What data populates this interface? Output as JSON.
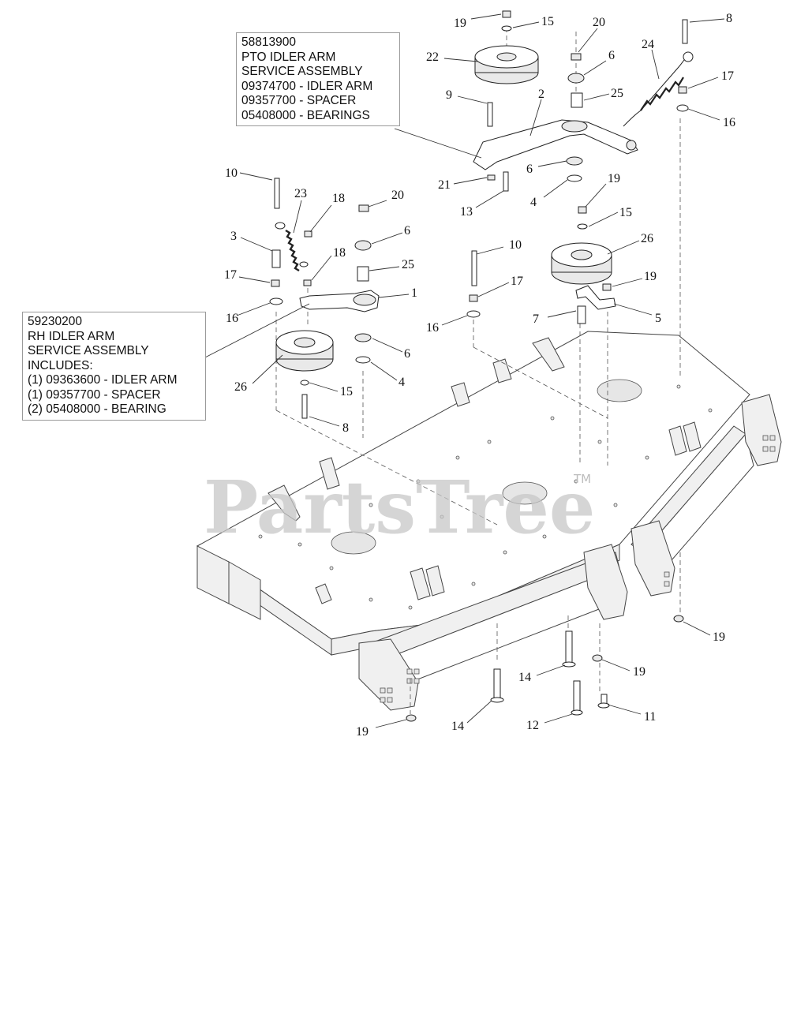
{
  "watermark": {
    "text": "PartsTree",
    "tm": "TM"
  },
  "callouts": {
    "pto": {
      "lines": [
        "58813900",
        "PTO IDLER ARM",
        "SERVICE ASSEMBLY",
        "09374700 - IDLER ARM",
        "09357700 - SPACER",
        "05408000 - BEARINGS"
      ]
    },
    "rh": {
      "lines": [
        "59230200",
        "RH IDLER ARM",
        "SERVICE ASSEMBLY",
        "INCLUDES:",
        "(1) 09363600 - IDLER ARM",
        "(1) 09357700 - SPACER",
        "(2) 05408000 - BEARING"
      ]
    }
  },
  "labels": [
    {
      "id": "19a",
      "text": "19"
    },
    {
      "id": "15a",
      "text": "15"
    },
    {
      "id": "20a",
      "text": "20"
    },
    {
      "id": "8a",
      "text": "8"
    },
    {
      "id": "22",
      "text": "22"
    },
    {
      "id": "6a",
      "text": "6"
    },
    {
      "id": "24",
      "text": "24"
    },
    {
      "id": "17a",
      "text": "17"
    },
    {
      "id": "9",
      "text": "9"
    },
    {
      "id": "2",
      "text": "2"
    },
    {
      "id": "25a",
      "text": "25"
    },
    {
      "id": "16a",
      "text": "16"
    },
    {
      "id": "10a",
      "text": "10"
    },
    {
      "id": "6b",
      "text": "6"
    },
    {
      "id": "21",
      "text": "21"
    },
    {
      "id": "19b",
      "text": "19"
    },
    {
      "id": "13",
      "text": "13"
    },
    {
      "id": "4a",
      "text": "4"
    },
    {
      "id": "23",
      "text": "23"
    },
    {
      "id": "18a",
      "text": "18"
    },
    {
      "id": "20b",
      "text": "20"
    },
    {
      "id": "15b",
      "text": "15"
    },
    {
      "id": "3",
      "text": "3"
    },
    {
      "id": "6c",
      "text": "6"
    },
    {
      "id": "26a",
      "text": "26"
    },
    {
      "id": "10b",
      "text": "10"
    },
    {
      "id": "18b",
      "text": "18"
    },
    {
      "id": "25b",
      "text": "25"
    },
    {
      "id": "17b",
      "text": "17"
    },
    {
      "id": "19c",
      "text": "19"
    },
    {
      "id": "17c",
      "text": "17"
    },
    {
      "id": "1",
      "text": "1"
    },
    {
      "id": "16b",
      "text": "16"
    },
    {
      "id": "7",
      "text": "7"
    },
    {
      "id": "5",
      "text": "5"
    },
    {
      "id": "16c",
      "text": "16"
    },
    {
      "id": "6d",
      "text": "6"
    },
    {
      "id": "26b",
      "text": "26"
    },
    {
      "id": "4b",
      "text": "4"
    },
    {
      "id": "15c",
      "text": "15"
    },
    {
      "id": "8b",
      "text": "8"
    },
    {
      "id": "19d",
      "text": "19"
    },
    {
      "id": "19e",
      "text": "19"
    },
    {
      "id": "14a",
      "text": "14"
    },
    {
      "id": "11",
      "text": "11"
    },
    {
      "id": "14b",
      "text": "14"
    },
    {
      "id": "12",
      "text": "12"
    },
    {
      "id": "19f",
      "text": "19"
    }
  ]
}
